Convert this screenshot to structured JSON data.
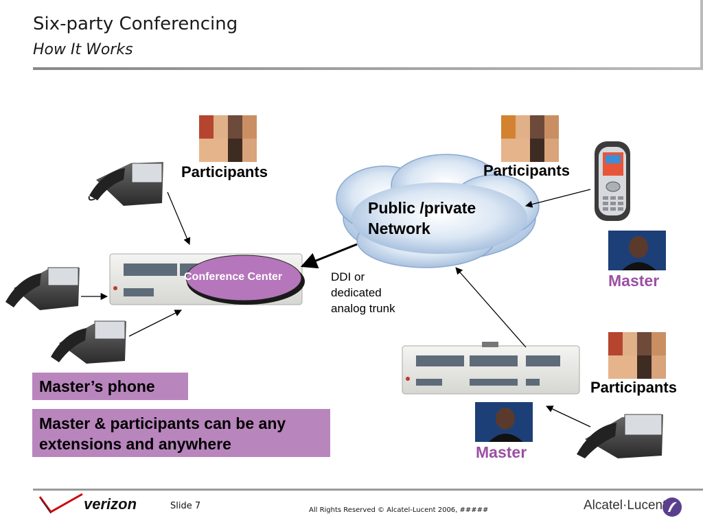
{
  "header": {
    "title": "Six-party Conferencing",
    "subtitle": "How It Works"
  },
  "diagram": {
    "participants_labels": [
      "Participants",
      "Participants",
      "Participants"
    ],
    "cloud_label_line1": "Public /private",
    "cloud_label_line2": "Network",
    "conference_center_label": "Conference Center",
    "trunk_label_line1": "DDI or",
    "trunk_label_line2": "dedicated",
    "trunk_label_line3": "analog trunk",
    "master_labels": [
      "Master",
      "Master"
    ],
    "masters_phone_label": "Master’s phone",
    "note_line1": "Master & participants can be any",
    "note_line2": "extensions and anywhere"
  },
  "footer": {
    "slide_label": "Slide 7",
    "copyright": "All Rights Reserved © Alcatel-Lucent 2006, #####",
    "left_logo_text": "verizon",
    "right_logo_text": "Alcatel·Lucent"
  },
  "colors": {
    "accent_purple": "#9b4fa3",
    "box_purple": "#b985bd",
    "cloud_blue": "#b9cde6",
    "verizon_red": "#cd040b"
  }
}
